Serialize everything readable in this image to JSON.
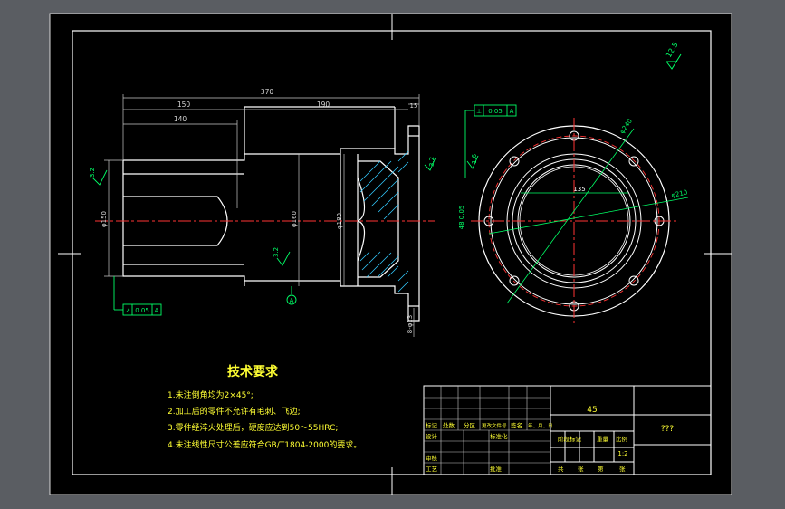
{
  "drawing": {
    "surface_roughness_note": "12.5",
    "dimensions": {
      "overall_length": "370",
      "len_150": "150",
      "len_140": "140",
      "len_190": "190",
      "len_15": "15",
      "dia_150": "φ150",
      "dia_bore": "φ160",
      "dia_180": "φ180",
      "dia_240": "φ240",
      "dia_210": "φ210",
      "hole_spacing": "135",
      "holes": "8-φ13",
      "side_rough_1": "3.2",
      "side_rough_2": "3.2",
      "side_rough_3": "3.2",
      "side_rough_4": "1.6",
      "tolerance_flat": "0.05",
      "tolerance_runout": "0.05",
      "datum_tag": "A",
      "datum_bottom": "A",
      "side_dim": "48 0.05"
    },
    "tech": {
      "title": "技术要求",
      "items": [
        "1.未注倒角均为2×45°;",
        "2.加工后的零件不允许有毛刺、飞边;",
        "3.零件经淬火处理后，硬度应达到50～55HRC;",
        "4.未注线性尺寸公差应符合GB/T1804-2000的要求。"
      ]
    },
    "title_block": {
      "material": "45",
      "name": "???",
      "scale": "1:2",
      "row_labels": [
        "标记",
        "处数",
        "分区",
        "更改文件号",
        "签名",
        "年、月、日"
      ],
      "design": "设计",
      "standardize": "标准化",
      "stage_mark": "阶段标记",
      "weight": "重量",
      "ratio": "比例",
      "review": "审核",
      "process": "工艺",
      "approve": "批准",
      "sheet_info": [
        "共",
        "张",
        "第",
        "张"
      ]
    }
  }
}
